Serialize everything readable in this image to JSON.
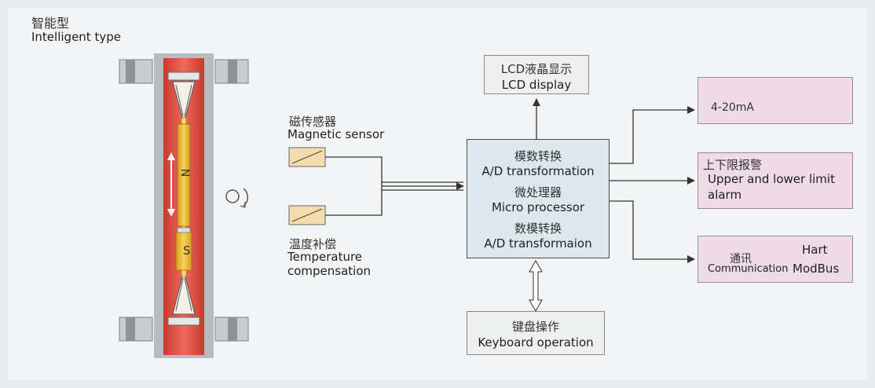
{
  "title": {
    "cn": "智能型",
    "en": "Intelligent type"
  },
  "meter": {
    "north_label": "N",
    "south_label": "S"
  },
  "magnetic_sensor": {
    "cn": "磁传感器",
    "en": "Magnetic sensor"
  },
  "temperature": {
    "cn": "温度补偿",
    "en_line1": "Temperature",
    "en_line2": "compensation"
  },
  "lcd": {
    "cn": "LCD液晶显示",
    "en": "LCD display"
  },
  "processor": {
    "ad_cn": "模数转换",
    "ad_en": "A/D transformation",
    "micro_cn": "微处理器",
    "micro_en": "Micro processor",
    "da_cn": "数模转换",
    "da_en": "A/D transformaion"
  },
  "keyboard": {
    "cn": "键盘操作",
    "en": "Keyboard operation"
  },
  "output_current": {
    "text": "4-20mA"
  },
  "alarm": {
    "cn": "上下限报警",
    "en_line1": "Upper and lower limit",
    "en_line2": "alarm"
  },
  "communication": {
    "cn": "通讯",
    "en": "Communication",
    "hart": "Hart",
    "modbus": "ModBus"
  },
  "colors": {
    "tube_red": "#e8574a",
    "float_yellow": "#f2c037",
    "processor_fill": "#dde8ee",
    "output_fill": "#eedbe6",
    "sensor_fill": "#f5dcae"
  }
}
